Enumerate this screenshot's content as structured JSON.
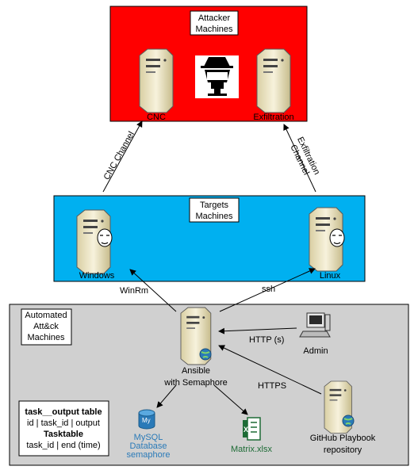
{
  "groups": {
    "attacker": {
      "title_line1": "Attacker",
      "title_line2": "Machines",
      "fill": "#ff0000"
    },
    "targets": {
      "title_line1": "Targets",
      "title_line2": "Machines",
      "fill": "#00b0f0"
    },
    "automated": {
      "title_line1": "Automated",
      "title_line2": "Att&ck",
      "title_line3": "Machines",
      "fill": "#d0d0d0"
    }
  },
  "nodes": {
    "cnc": {
      "label": "CNC"
    },
    "exfiltration": {
      "label": "Exfiltration"
    },
    "windows": {
      "label": "Windows"
    },
    "linux": {
      "label": "Linux"
    },
    "ansible": {
      "label_line1": "Ansible",
      "label_line2": "with Semaphore"
    },
    "admin": {
      "label": "Admin"
    },
    "github": {
      "label_line1": "GitHub Playbook",
      "label_line2": "repository"
    },
    "mysql": {
      "label_line1": "MySQL",
      "label_line2": "Database",
      "label_line3": "semaphore"
    },
    "excel": {
      "label": "Matrix.xlsx"
    }
  },
  "edges": {
    "cnc_channel": "CNC Channel",
    "exfil_channel_line1": "Exfiltration",
    "exfil_channel_line2": "Channel",
    "winrm": "WinRm",
    "ssh": "ssh",
    "http": "HTTP (s)",
    "https": "HTTPS"
  },
  "db_note": {
    "line1": "task__output table",
    "line2": "id  |  task_id  |  output",
    "line3": "Tasktable",
    "line4": "task_id  |  end (time)"
  }
}
